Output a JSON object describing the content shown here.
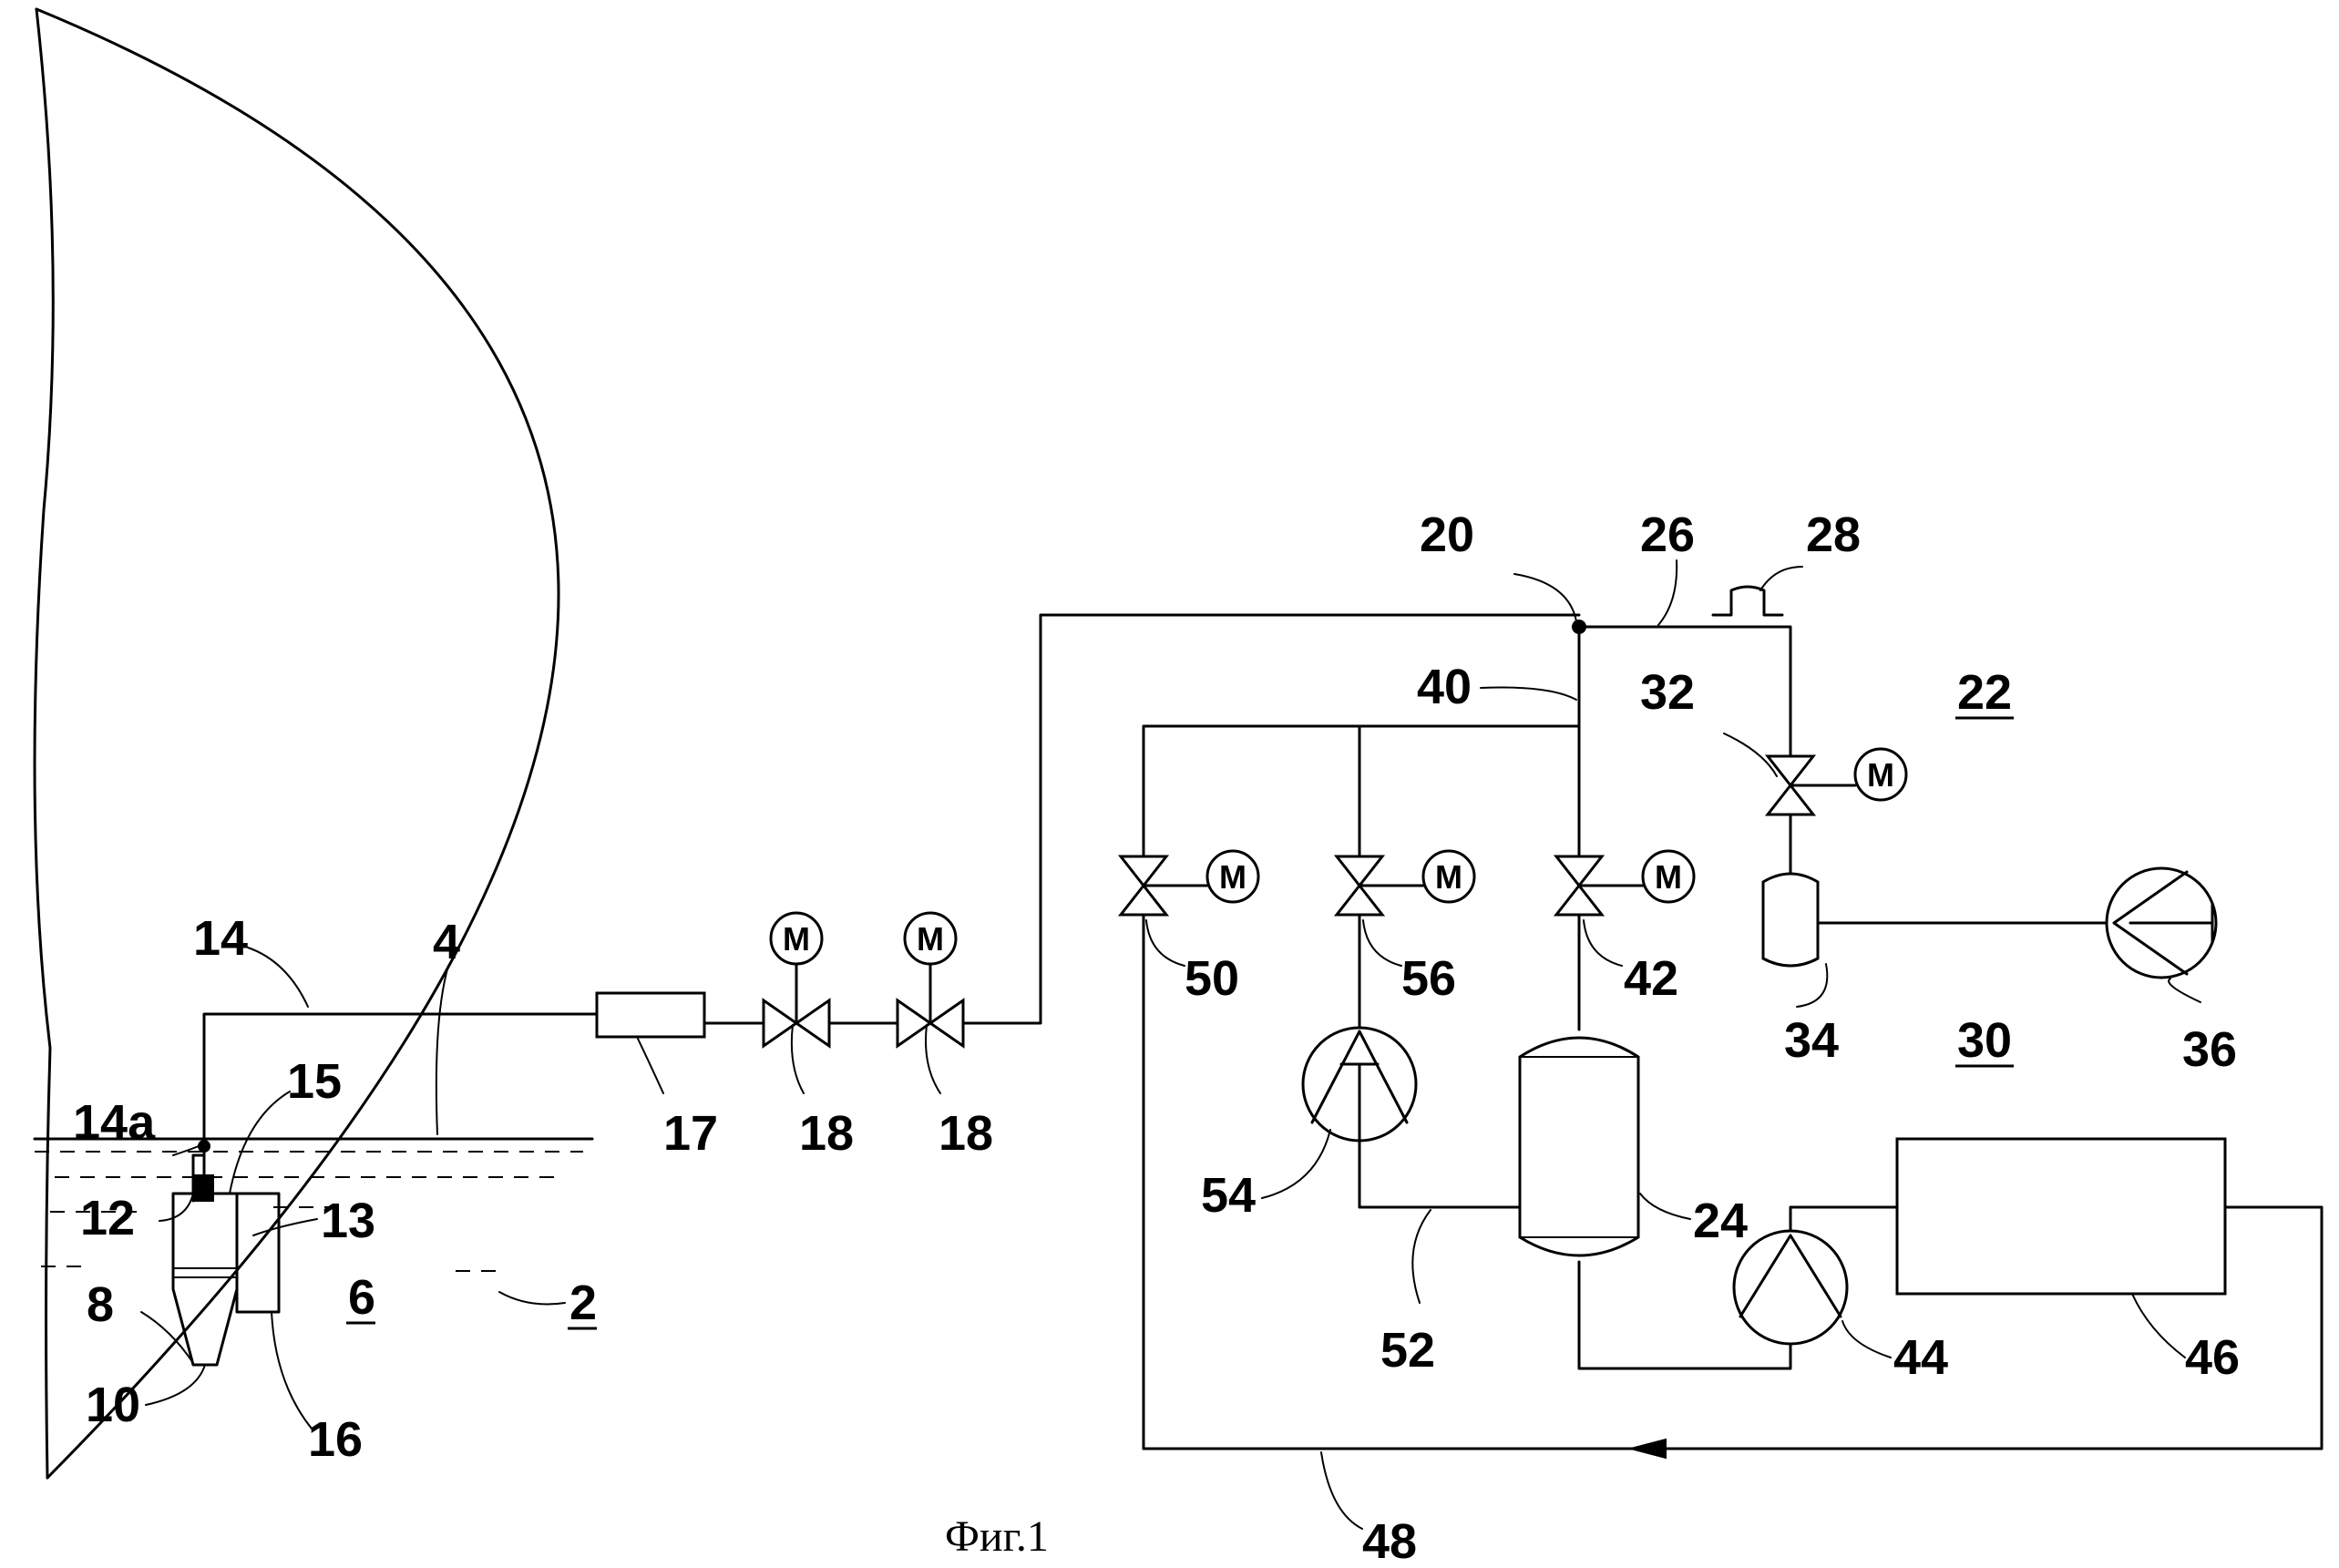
{
  "caption": "Фиг.1",
  "motor_symbol": "M",
  "labels": {
    "l2": "2",
    "l4": "4",
    "l6": "6",
    "l8": "8",
    "l10": "10",
    "l12": "12",
    "l13": "13",
    "l14": "14",
    "l14a": "14a",
    "l15": "15",
    "l16": "16",
    "l17": "17",
    "l18a": "18",
    "l18b": "18",
    "l20": "20",
    "l22": "22",
    "l24": "24",
    "l26": "26",
    "l28": "28",
    "l30": "30",
    "l32": "32",
    "l34": "34",
    "l36": "36",
    "l40": "40",
    "l42": "42",
    "l44": "44",
    "l46": "46",
    "l48": "48",
    "l50": "50",
    "l52": "52",
    "l54": "54",
    "l56": "56"
  }
}
